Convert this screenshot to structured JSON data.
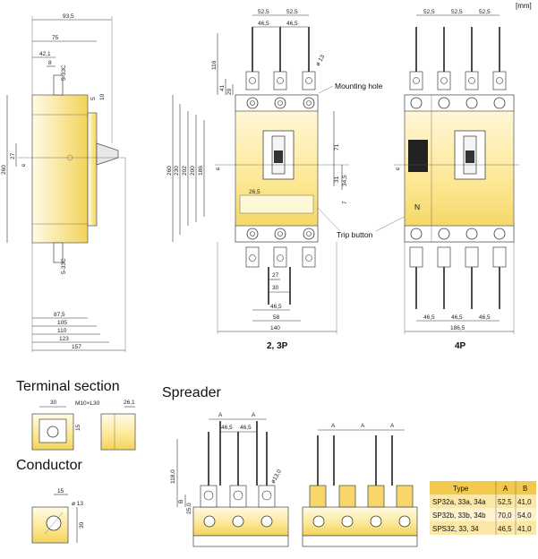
{
  "unit_label": "[mm]",
  "side_view": {
    "dims_top": [
      "93,5",
      "75",
      "42,1",
      "8"
    ],
    "dims_right": [
      "5",
      "10"
    ],
    "dims_left": [
      "260",
      "27"
    ],
    "dims_bottom": [
      "87,5",
      "105",
      "110",
      "123",
      "157"
    ],
    "depth_top": "5-33C",
    "depth_bottom": "5-33C",
    "center_label": "ɕ"
  },
  "front_3p": {
    "dims_top": [
      "52,5",
      "52,5",
      "46,5",
      "46,5"
    ],
    "dims_left": [
      "116",
      "41",
      "29",
      "260",
      "230",
      "202",
      "200",
      "186"
    ],
    "dims_right": [
      "71",
      "31",
      "34,5",
      "7"
    ],
    "hole_dim": "ø 13",
    "inner_dims": [
      "26,5"
    ],
    "dims_bottom": [
      "27",
      "30",
      "46,5",
      "58",
      "140"
    ],
    "caption": "2, 3P",
    "center_label": "ɕ"
  },
  "front_4p": {
    "dims_top": [
      "52,5",
      "52,5",
      "52,5"
    ],
    "dims_bottom": [
      "46,5",
      "46,5",
      "46,5",
      "186,5"
    ],
    "neutral_label": "N",
    "caption": "4P",
    "center_label": "ɕ"
  },
  "callouts": {
    "mounting_hole": "Mounting hole",
    "trip_button": "Trip button"
  },
  "terminal_section": {
    "title": "Terminal section",
    "dims": [
      "30",
      "M10×L30",
      "15",
      "26,1"
    ]
  },
  "conductor": {
    "title": "Conductor",
    "dims": [
      "15",
      "ø 13",
      "30"
    ]
  },
  "spreader": {
    "title": "Spreader",
    "dims_a": [
      "A",
      "A",
      "A",
      "A",
      "A"
    ],
    "dims_inner": [
      "46,5",
      "46,5"
    ],
    "dims_left": [
      "118,0",
      "B",
      "25,0"
    ],
    "hole_dim": "ø13,0",
    "table": {
      "headers": [
        "Type",
        "A",
        "B"
      ],
      "rows": [
        [
          "SP32a, 33a, 34a",
          "52,5",
          "41,0"
        ],
        [
          "SP32b, 33b, 34b",
          "70,0",
          "54,0"
        ],
        [
          "SPS32, 33, 34",
          "46,5",
          "41,0"
        ]
      ],
      "header_color": "#f2c94c",
      "row_colors": [
        "#fbe7a6",
        "#fdf3cf",
        "#fbe7a6"
      ]
    }
  },
  "colors": {
    "body_light": "#fffbe6",
    "body_dark": "#f3d35a"
  }
}
